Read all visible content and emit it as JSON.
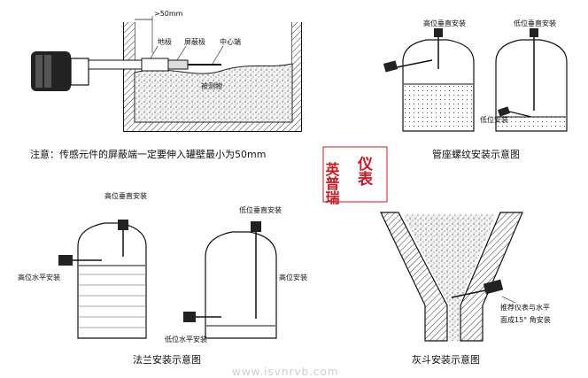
{
  "figure": {
    "tank_detail": {
      "dim_label": ">50mm",
      "ground_pole_label": "地极",
      "shield_pole_label": "屏蔽极",
      "center_end_label": "中心端",
      "material_label": "被测物",
      "note": "注意：传感元件的屏蔽端一定要伸入罐壁最小为50mm"
    },
    "logo": {
      "lines": [
        "英普瑞",
        "仪表"
      ],
      "color": "#d2141e"
    },
    "pipe_thread": {
      "high_vertical_label": "高位垂直安装",
      "low_vertical_label": "低位垂直安装",
      "low_level_label": "低位安装",
      "caption": "管座螺纹安装示意图"
    },
    "flange": {
      "high_vertical_label": "高位垂直安装",
      "high_horizontal_label": "高位水平安装",
      "low_vertical_label": "低位垂直安装",
      "high_level_label": "高位安装",
      "low_horizontal_label": "低位水平安装",
      "caption": "法兰安装示意图"
    },
    "ash_hopper": {
      "recommend_line1": "推荐仪表与水平",
      "recommend_line2": "面成15° 角安装",
      "caption": "灰斗安装示意图"
    },
    "watermark": "www.isvnrvb.com"
  }
}
